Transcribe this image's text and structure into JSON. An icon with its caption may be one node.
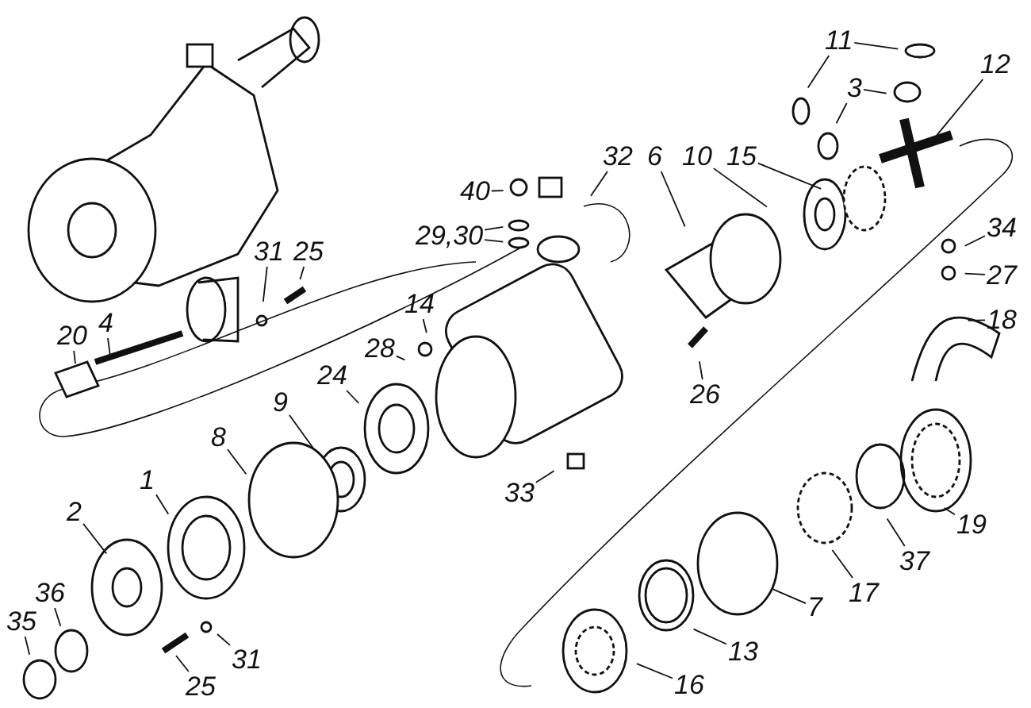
{
  "diagram": {
    "nodes": [
      {
        "text": [
          "11"
        ]
      },
      {
        "text": [
          "3"
        ]
      },
      {
        "text": [
          "12"
        ]
      },
      {
        "text": [
          "32"
        ]
      },
      {
        "text": [
          "6"
        ]
      },
      {
        "text": [
          "10"
        ]
      },
      {
        "text": [
          "15"
        ]
      },
      {
        "text": [
          "40"
        ]
      },
      {
        "text": [
          "29,30"
        ]
      },
      {
        "text": [
          "34"
        ]
      },
      {
        "text": [
          "27"
        ]
      },
      {
        "text": [
          "18"
        ]
      },
      {
        "text": [
          "31"
        ]
      },
      {
        "text": [
          "25"
        ]
      },
      {
        "text": [
          "4"
        ]
      },
      {
        "text": [
          "20"
        ]
      },
      {
        "text": [
          "14"
        ]
      },
      {
        "text": [
          "28"
        ]
      },
      {
        "text": [
          "24"
        ]
      },
      {
        "text": [
          "26"
        ]
      },
      {
        "text": [
          "9"
        ]
      },
      {
        "text": [
          "8"
        ]
      },
      {
        "text": [
          "1"
        ]
      },
      {
        "text": [
          "33"
        ]
      },
      {
        "text": [
          "2"
        ]
      },
      {
        "text": [
          "19"
        ]
      },
      {
        "text": [
          "37"
        ]
      },
      {
        "text": [
          "36"
        ]
      },
      {
        "text": [
          "17"
        ]
      },
      {
        "text": [
          "35"
        ]
      },
      {
        "text": [
          "7"
        ]
      },
      {
        "text": [
          "31"
        ]
      },
      {
        "text": [
          "13"
        ]
      },
      {
        "text": [
          "25"
        ]
      },
      {
        "text": [
          "16"
        ]
      }
    ],
    "edges": [
      {
        "from": 0,
        "to": null,
        "arrow": "none"
      },
      {
        "from": 0,
        "to": null,
        "arrow": "none"
      },
      {
        "from": 1,
        "to": null,
        "arrow": "none"
      },
      {
        "from": 1,
        "to": null,
        "arrow": "none"
      },
      {
        "from": 2,
        "to": null,
        "arrow": "none"
      },
      {
        "from": 3,
        "to": null,
        "arrow": "none"
      },
      {
        "from": 4,
        "to": null,
        "arrow": "none"
      },
      {
        "from": 5,
        "to": null,
        "arrow": "none"
      },
      {
        "from": 6,
        "to": null,
        "arrow": "none"
      },
      {
        "from": 7,
        "to": null,
        "arrow": "none"
      },
      {
        "from": 8,
        "to": null,
        "arrow": "none"
      },
      {
        "from": 8,
        "to": null,
        "arrow": "none"
      },
      {
        "from": 9,
        "to": null,
        "arrow": "none"
      },
      {
        "from": 10,
        "to": null,
        "arrow": "none"
      },
      {
        "from": 11,
        "to": null,
        "arrow": "none"
      },
      {
        "from": 12,
        "to": null,
        "arrow": "none"
      },
      {
        "from": 13,
        "to": null,
        "arrow": "none"
      },
      {
        "from": 14,
        "to": null,
        "arrow": "none"
      },
      {
        "from": 15,
        "to": null,
        "arrow": "none"
      },
      {
        "from": 16,
        "to": null,
        "arrow": "none"
      },
      {
        "from": 17,
        "to": null,
        "arrow": "none"
      },
      {
        "from": 18,
        "to": null,
        "arrow": "none"
      },
      {
        "from": 19,
        "to": null,
        "arrow": "none"
      },
      {
        "from": 20,
        "to": null,
        "arrow": "none"
      },
      {
        "from": 21,
        "to": null,
        "arrow": "none"
      },
      {
        "from": 22,
        "to": null,
        "arrow": "none"
      },
      {
        "from": 23,
        "to": null,
        "arrow": "none"
      },
      {
        "from": 24,
        "to": null,
        "arrow": "none"
      },
      {
        "from": 25,
        "to": null,
        "arrow": "none"
      },
      {
        "from": 26,
        "to": null,
        "arrow": "none"
      },
      {
        "from": 27,
        "to": null,
        "arrow": "none"
      },
      {
        "from": 28,
        "to": null,
        "arrow": "none"
      },
      {
        "from": 29,
        "to": null,
        "arrow": "none"
      },
      {
        "from": 30,
        "to": null,
        "arrow": "none"
      },
      {
        "from": 31,
        "to": null,
        "arrow": "none"
      },
      {
        "from": 32,
        "to": null,
        "arrow": "none"
      },
      {
        "from": 33,
        "to": null,
        "arrow": "none"
      },
      {
        "from": 34,
        "to": null,
        "arrow": "none"
      }
    ]
  }
}
